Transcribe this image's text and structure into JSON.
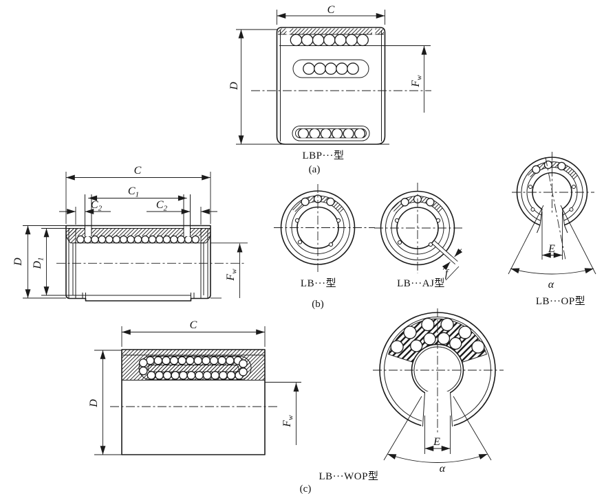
{
  "figure_labels": {
    "lbp": "LBP···型",
    "tag_a": "(a)",
    "lb": "LB···型",
    "lb_aj": "LB···AJ型",
    "tag_b": "(b)",
    "lb_op": "LB···OP型",
    "lb_wop": "LB···WOP型",
    "tag_c": "(c)"
  },
  "dims": {
    "C": "C",
    "D": "D",
    "E": "E",
    "F": "F",
    "alpha": "α",
    "f": "f",
    "sub_1": "1",
    "sub_2": "2",
    "sub_w": "w"
  },
  "colors": {
    "line": "#1b1b1b",
    "background": "#ffffff"
  }
}
